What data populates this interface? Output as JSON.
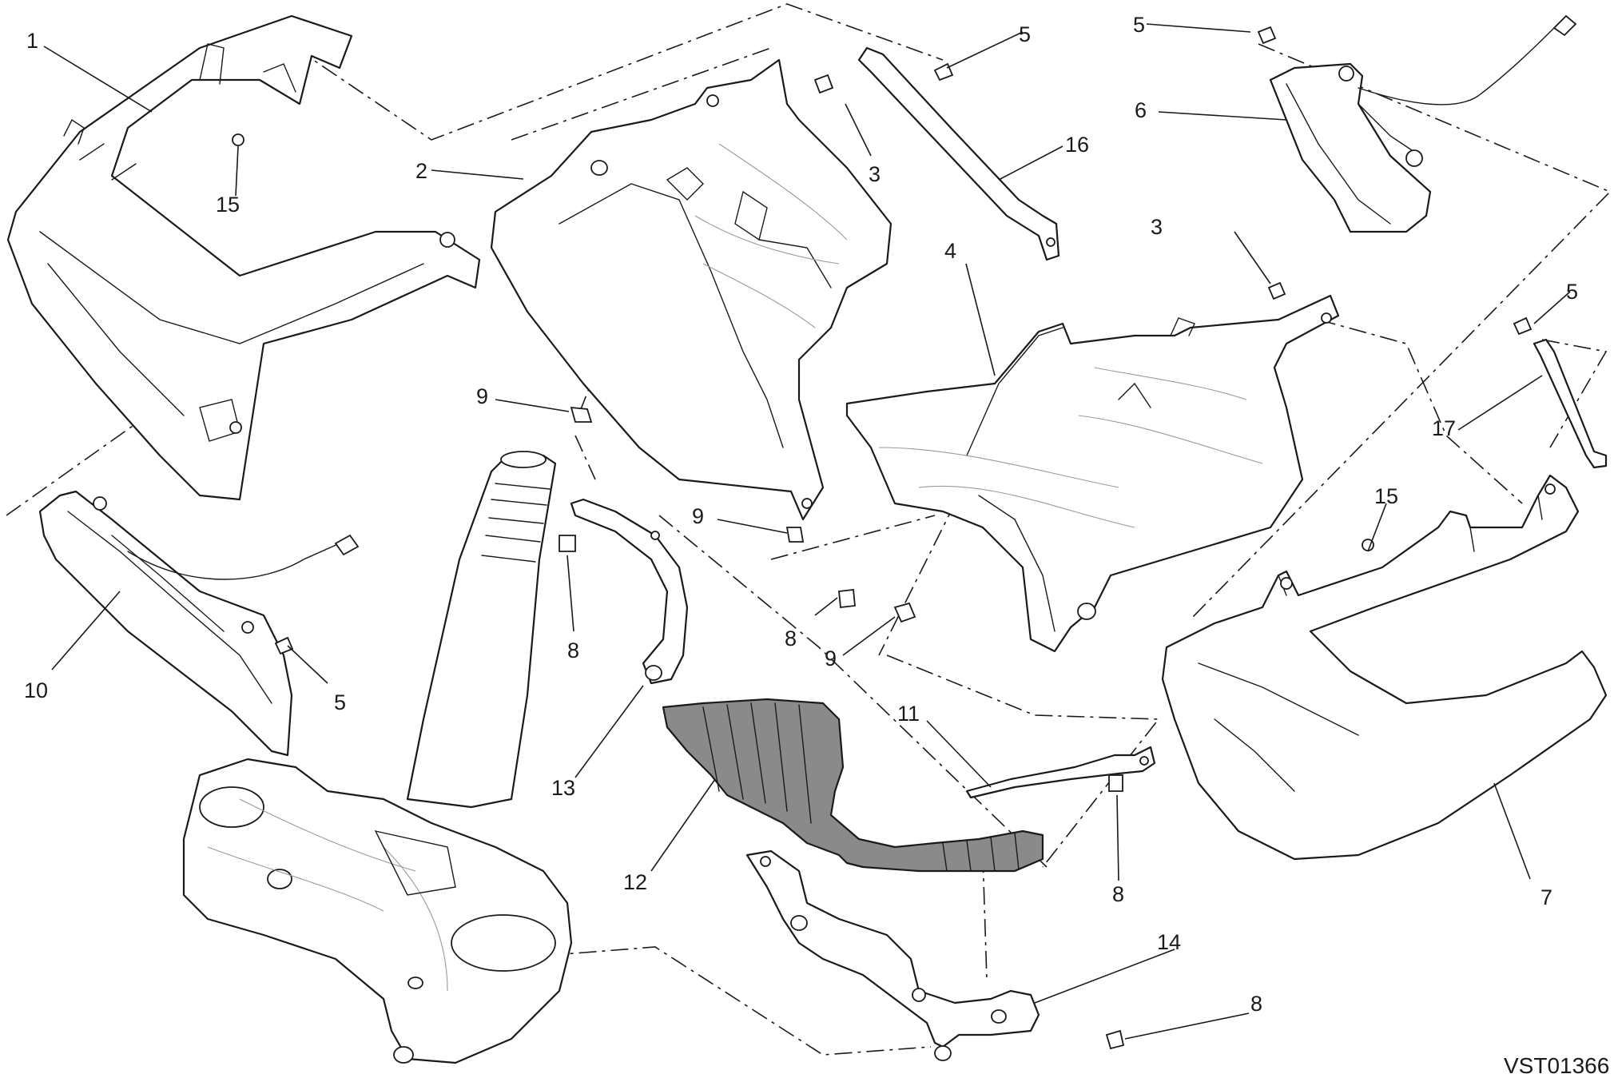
{
  "drawing_code": "VST01366",
  "callouts": [
    {
      "id": "c1",
      "label": "1"
    },
    {
      "id": "c2",
      "label": "2"
    },
    {
      "id": "c3a",
      "label": "3"
    },
    {
      "id": "c3b",
      "label": "3"
    },
    {
      "id": "c4",
      "label": "4"
    },
    {
      "id": "c5a",
      "label": "5"
    },
    {
      "id": "c5b",
      "label": "5"
    },
    {
      "id": "c5c",
      "label": "5"
    },
    {
      "id": "c5d",
      "label": "5"
    },
    {
      "id": "c6",
      "label": "6"
    },
    {
      "id": "c7",
      "label": "7"
    },
    {
      "id": "c8a",
      "label": "8"
    },
    {
      "id": "c8b",
      "label": "8"
    },
    {
      "id": "c8c",
      "label": "8"
    },
    {
      "id": "c8d",
      "label": "8"
    },
    {
      "id": "c9a",
      "label": "9"
    },
    {
      "id": "c9b",
      "label": "9"
    },
    {
      "id": "c9c",
      "label": "9"
    },
    {
      "id": "c10",
      "label": "10"
    },
    {
      "id": "c11",
      "label": "11"
    },
    {
      "id": "c12",
      "label": "12"
    },
    {
      "id": "c13",
      "label": "13"
    },
    {
      "id": "c14",
      "label": "14"
    },
    {
      "id": "c15a",
      "label": "15"
    },
    {
      "id": "c15b",
      "label": "15"
    },
    {
      "id": "c16",
      "label": "16"
    },
    {
      "id": "c17",
      "label": "17"
    }
  ]
}
